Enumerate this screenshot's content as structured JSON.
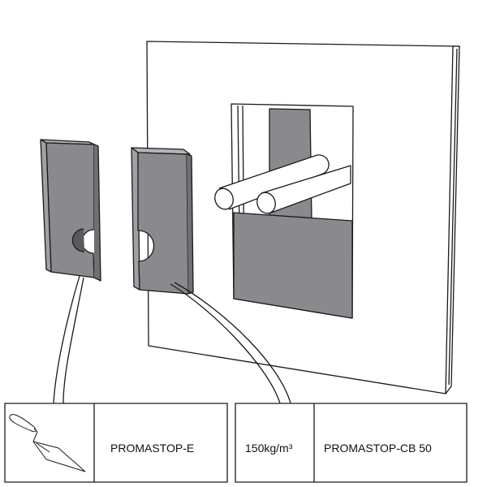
{
  "legend": {
    "left_box": {
      "icon": "trowel-icon",
      "label": "PROMASTOP-E"
    },
    "right_box": {
      "density": "150kg/m³",
      "label": "PROMASTOP-CB 50"
    }
  },
  "colors": {
    "panel_fill": "#8a8a8e",
    "outline": "#1a1a1a",
    "wall": "#ffffff"
  }
}
